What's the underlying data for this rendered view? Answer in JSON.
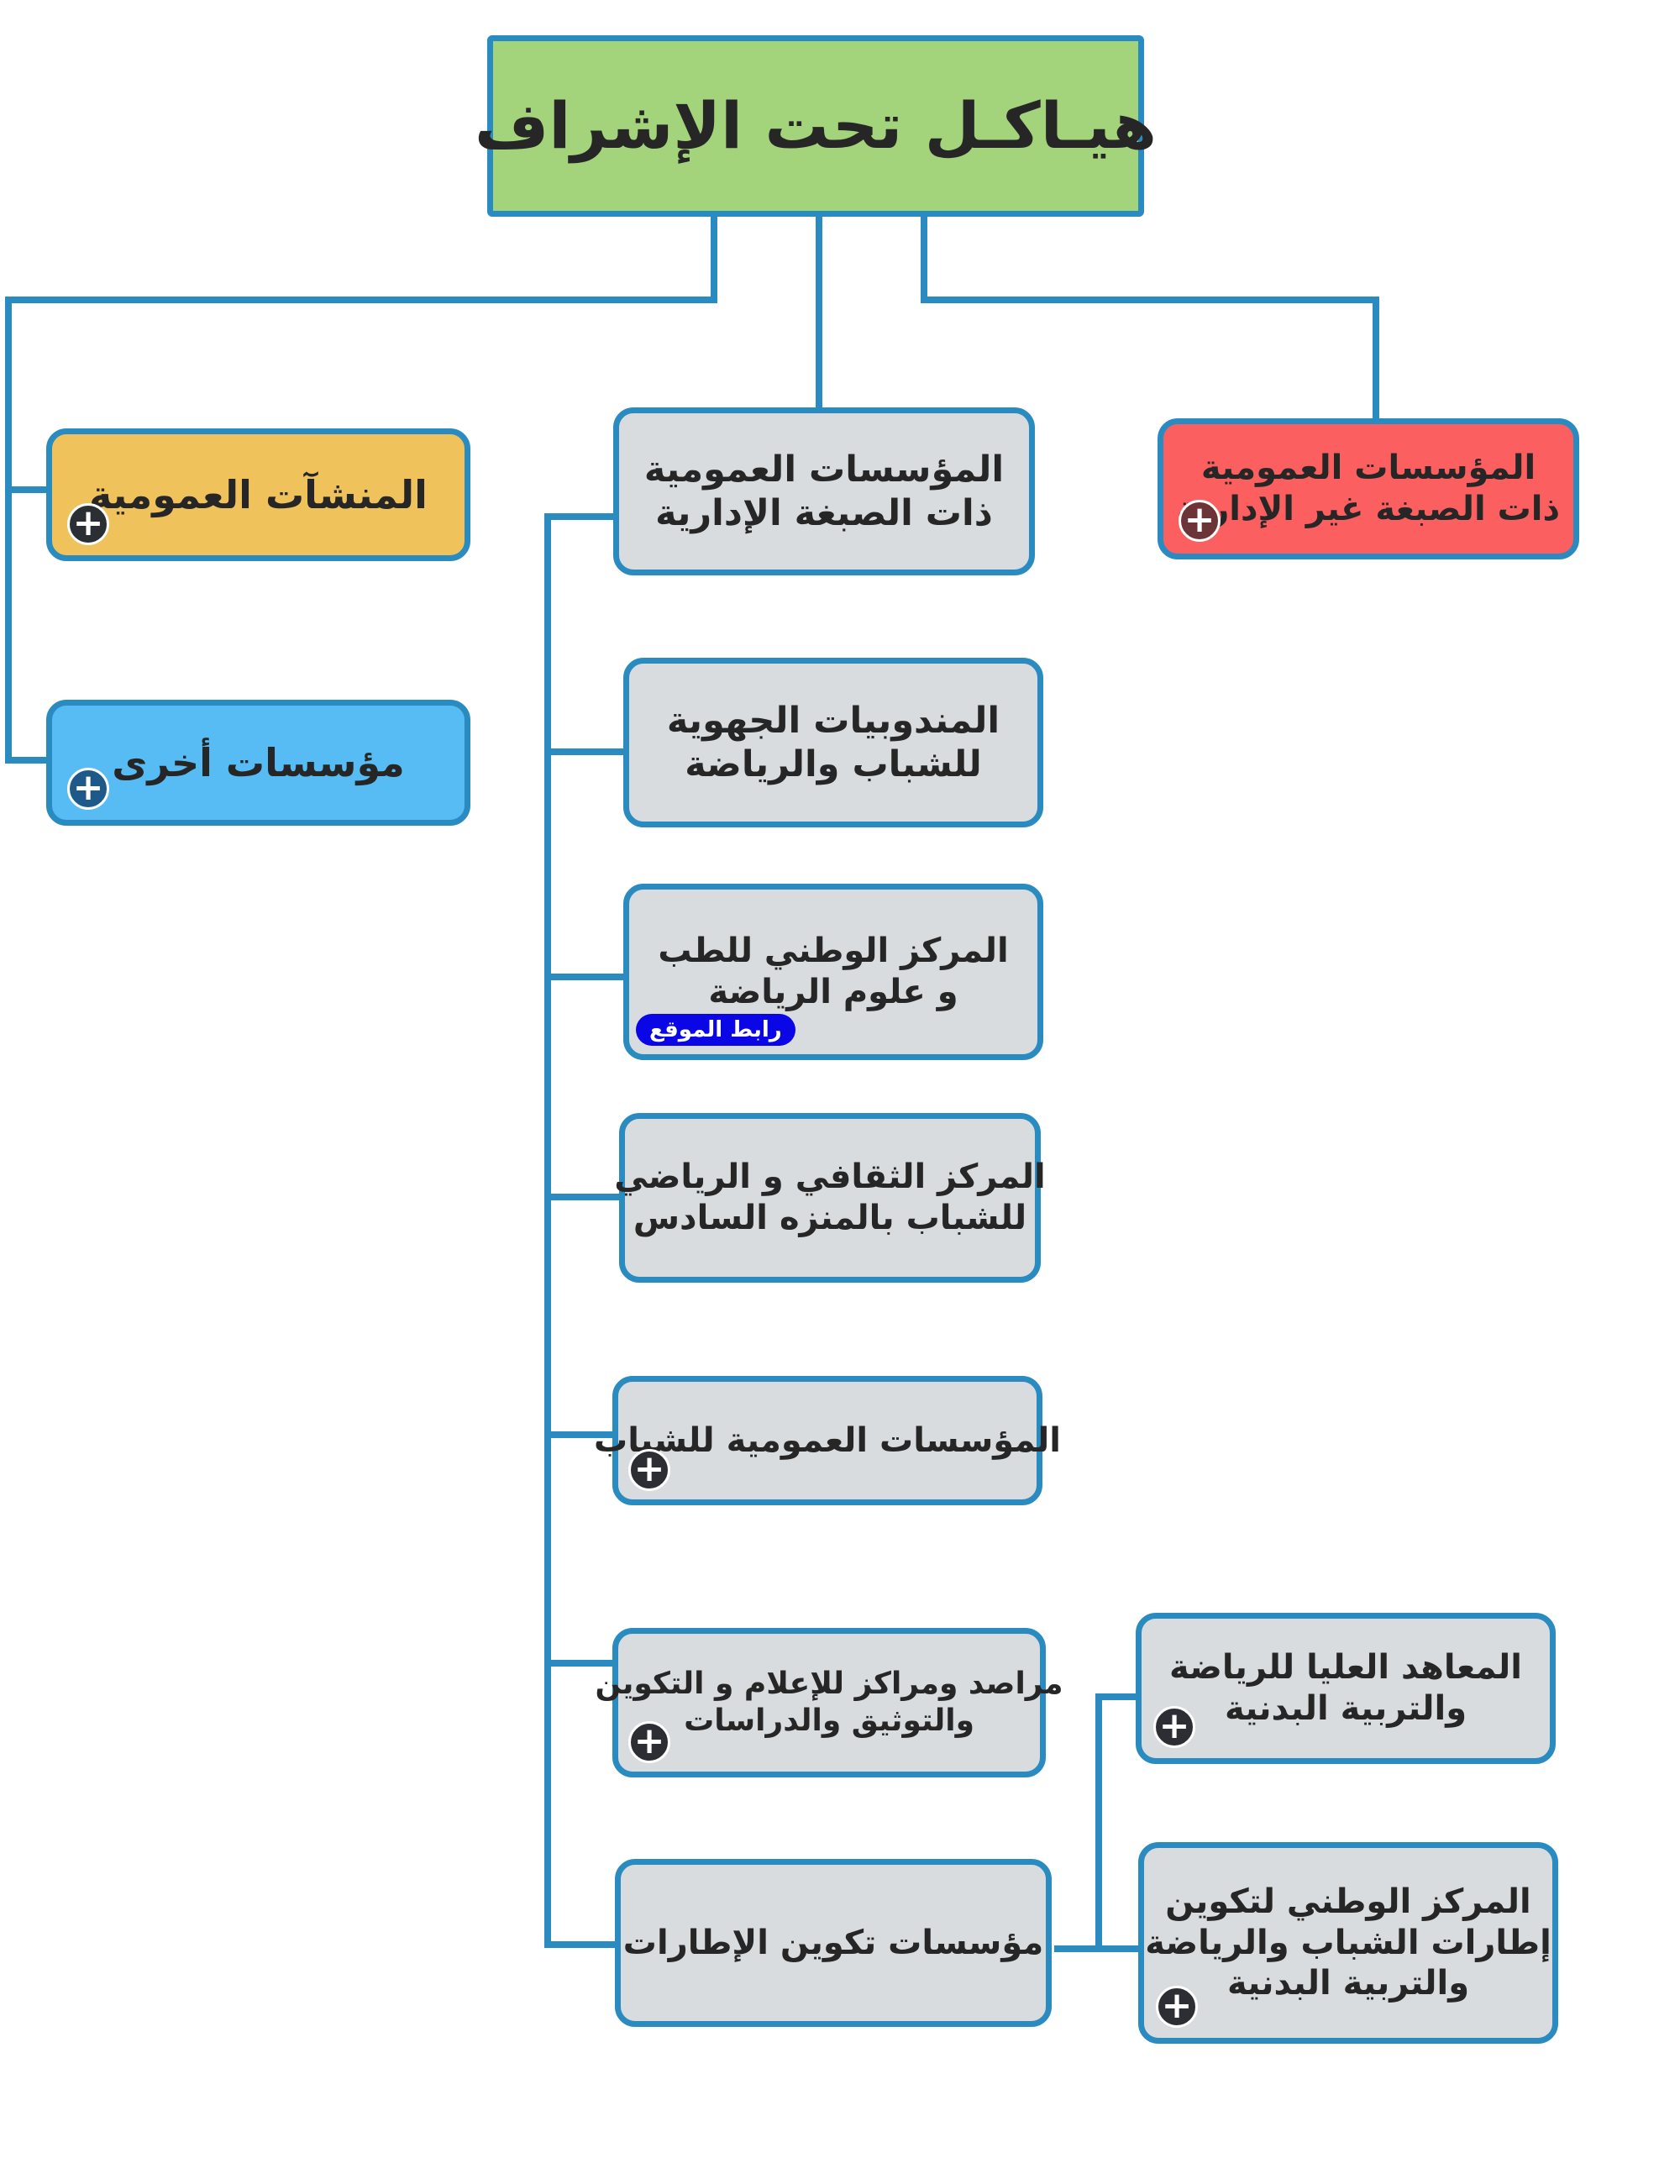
{
  "root": {
    "label": "هيـاكـل تحت الإشراف"
  },
  "branches": {
    "non_admin": {
      "lines": [
        "المؤسسات العمومية",
        "ذات الصبغة غير الإدارية"
      ],
      "expand_icon": "plus-circle-icon"
    },
    "admin": {
      "lines": [
        "المؤسسات العمومية",
        "ذات الصبغة الإدارية"
      ]
    },
    "facilities": {
      "lines": [
        "المنشآت العمومية"
      ],
      "expand_icon": "plus-circle-icon"
    },
    "others": {
      "lines": [
        "مؤسسات أخرى"
      ],
      "expand_icon": "plus-circle-icon"
    }
  },
  "admin_children": [
    {
      "lines": [
        "المندوبيات الجهوية",
        "للشباب والرياضة"
      ]
    },
    {
      "lines": [
        "المركز الوطني للطب",
        "و علوم الرياضة"
      ],
      "link_label": "رابط الموقع"
    },
    {
      "lines": [
        "المركز الثقافي و الرياضي",
        "للشباب بالمنزه السادس"
      ]
    },
    {
      "lines": [
        "المؤسسات العمومية للشباب"
      ],
      "expand_icon": "plus-circle-icon"
    },
    {
      "lines": [
        "مراصد ومراكز للإعلام و  التكوين",
        "والتوثيق والدراسات"
      ],
      "expand_icon": "plus-circle-icon"
    },
    {
      "lines": [
        "مؤسسات تكوين الإطارات"
      ]
    }
  ],
  "training_children": [
    {
      "lines": [
        "المعاهد العليا للرياضة",
        "والتربية البدنية"
      ],
      "expand_icon": "plus-circle-icon"
    },
    {
      "lines": [
        "المركز الوطني لتكوين",
        "إطارات الشباب  والرياضة",
        "والتربية البدنية"
      ],
      "expand_icon": "plus-circle-icon"
    }
  ],
  "colors": {
    "connector": "#2a8bc0",
    "root_fill": "#a3d37a",
    "node_fill": "#d9dcde",
    "non_admin_fill": "#fc5f5f",
    "facilities_fill": "#efc25c",
    "others_fill": "#56bcf3",
    "link_fill": "#0a06e6"
  }
}
